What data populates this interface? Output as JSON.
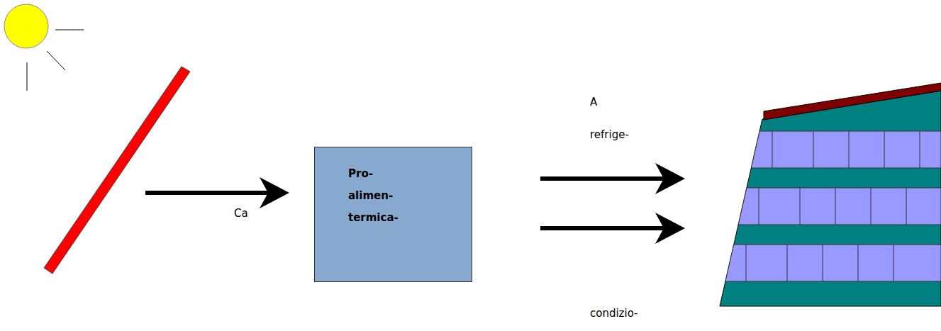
{
  "diagram": {
    "nodes": [
      {
        "text": [
          "Pro- alimen- termica-"
        ]
      }
    ],
    "labels": [
      "Ca",
      "A refrige-",
      "condizio-"
    ]
  }
}
